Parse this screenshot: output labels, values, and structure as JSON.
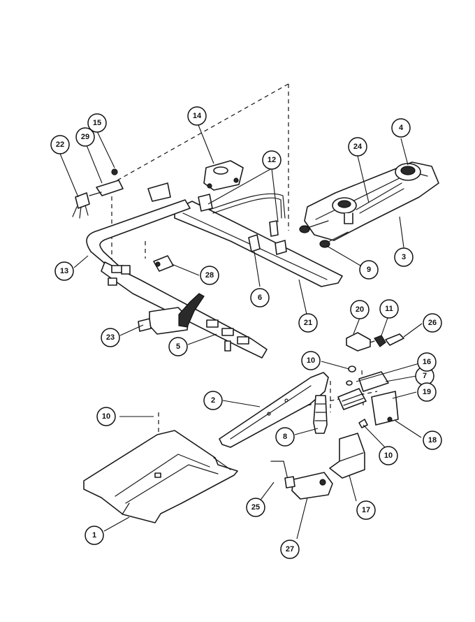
{
  "diagram": {
    "callouts": [
      {
        "label": "1"
      },
      {
        "label": "2"
      },
      {
        "label": "3"
      },
      {
        "label": "4"
      },
      {
        "label": "5"
      },
      {
        "label": "6"
      },
      {
        "label": "7"
      },
      {
        "label": "8"
      },
      {
        "label": "9"
      },
      {
        "label": "10"
      },
      {
        "label": "10"
      },
      {
        "label": "10"
      },
      {
        "label": "11"
      },
      {
        "label": "12"
      },
      {
        "label": "13"
      },
      {
        "label": "14"
      },
      {
        "label": "15"
      },
      {
        "label": "16"
      },
      {
        "label": "17"
      },
      {
        "label": "18"
      },
      {
        "label": "19"
      },
      {
        "label": "20"
      },
      {
        "label": "21"
      },
      {
        "label": "22"
      },
      {
        "label": "23"
      },
      {
        "label": "24"
      },
      {
        "label": "25"
      },
      {
        "label": "26"
      },
      {
        "label": "27"
      },
      {
        "label": "28"
      },
      {
        "label": "29"
      }
    ]
  }
}
